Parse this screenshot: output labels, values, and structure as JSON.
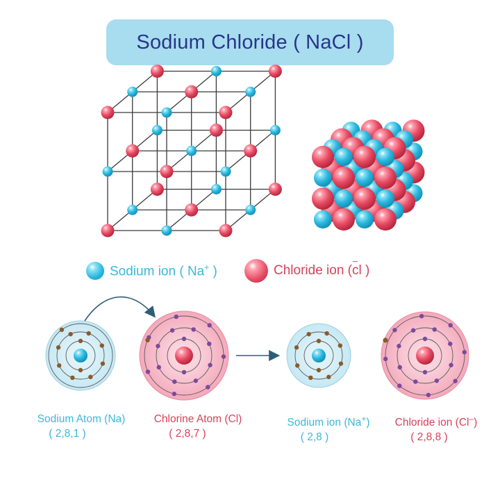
{
  "title": "Sodium Chloride ( NaCl )",
  "legend": {
    "sodium": {
      "label": "Sodium ion ( Na",
      "sup": "+",
      "close": ")"
    },
    "chloride": {
      "label": "Chloride ion (",
      "base": "cl",
      "sup": "–",
      "close": ")"
    }
  },
  "atoms": [
    {
      "name": "Sodium Atom (Na)",
      "config": "( 2,8,1 )",
      "shells": [
        2,
        8,
        1
      ]
    },
    {
      "name": "Chlorine Atom (Cl)",
      "config": "( 2,8,7 )",
      "shells": [
        2,
        8,
        7
      ]
    },
    {
      "name_prefix": "Sodium ion (Na",
      "name_sup": "+",
      "name_suffix": ")",
      "config": "( 2,8 )",
      "shells": [
        2,
        8
      ]
    },
    {
      "name_prefix": "Chloride ion (Cl",
      "name_sup": "–",
      "name_suffix": ")",
      "config": "( 2,8,8 )",
      "shells": [
        2,
        8,
        8
      ]
    }
  ],
  "colors": {
    "sodium": "#29b7de",
    "chloride": "#e64b63",
    "title_bg": "#a8dcef",
    "title_text": "#27348b",
    "sodium_text": "#3bb8d9",
    "chloride_text": "#d94059",
    "electron_na": "#8b5a2b",
    "electron_cl": "#7b4a9e"
  },
  "icons": [
    "sodium-ion-ball",
    "chloride-ion-ball",
    "electron-transfer-arrow",
    "reaction-arrow"
  ]
}
